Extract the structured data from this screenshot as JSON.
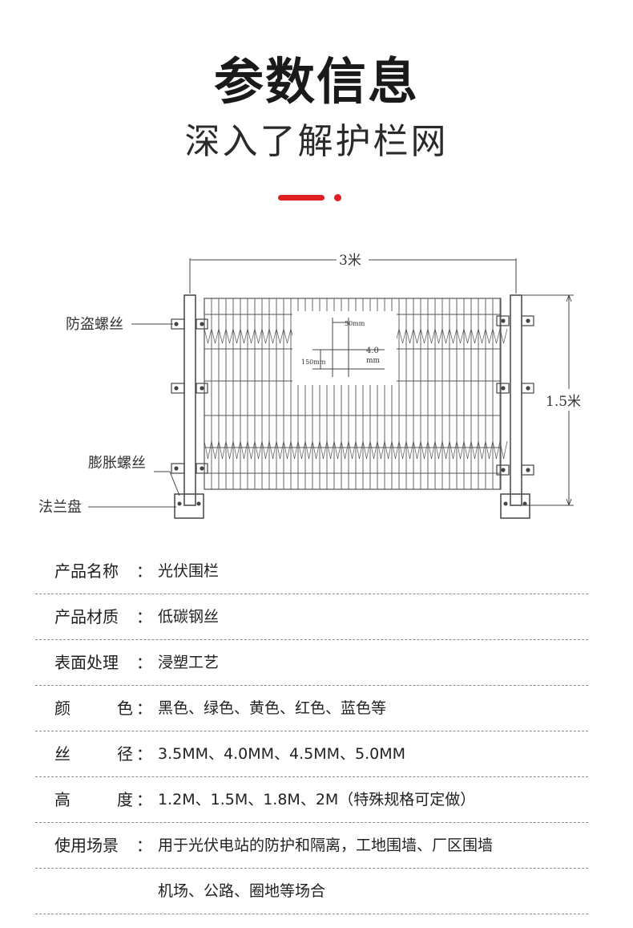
{
  "header": {
    "title": "参数信息",
    "subtitle": "深入了解护栏网",
    "accent_color": "#e02020"
  },
  "diagram": {
    "width_label": "3米",
    "height_label": "1.5米",
    "mesh_h_label": "50mm",
    "mesh_v_label": "150mm",
    "wire_label_top": "4.0",
    "wire_label_bottom": "mm",
    "callouts": {
      "anti_theft_bolt": "防盗螺丝",
      "expansion_bolt": "膨胀螺丝",
      "flange_plate": "法兰盘"
    }
  },
  "specs": [
    {
      "key": "产品名称",
      "key_chars": [],
      "value": "光伏围栏"
    },
    {
      "key": "产品材质",
      "key_chars": [],
      "value": "低碳钢丝"
    },
    {
      "key": "表面处理",
      "key_chars": [],
      "value": "浸塑工艺"
    },
    {
      "key": "颜色",
      "key_chars": [
        "颜",
        "色"
      ],
      "value": "黑色、绿色、黄色、红色、蓝色等"
    },
    {
      "key": "丝径",
      "key_chars": [
        "丝",
        "径"
      ],
      "value": "3.5MM、4.0MM、4.5MM、5.0MM"
    },
    {
      "key": "高度",
      "key_chars": [
        "高",
        "度"
      ],
      "value": "1.2M、1.5M、1.8M、2M（特殊规格可定做）"
    },
    {
      "key": "使用场景",
      "key_chars": [],
      "value": "用于光伏电站的防护和隔离，工地围墙、厂区围墙"
    },
    {
      "key": "",
      "key_chars": [],
      "value": "机场、公路、圈地等场合"
    }
  ],
  "separator": "："
}
